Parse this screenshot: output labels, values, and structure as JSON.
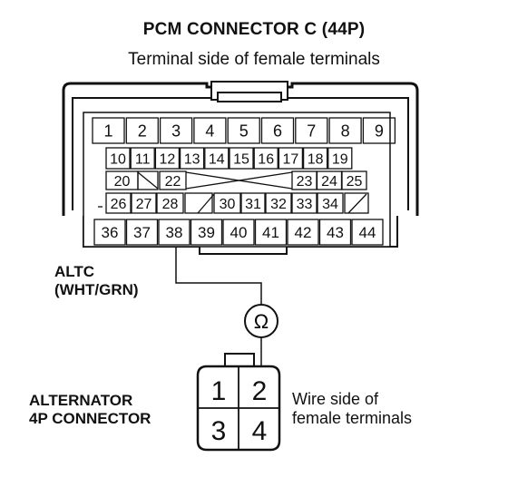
{
  "header": {
    "title": "PCM CONNECTOR C (44P)",
    "subtitle": "Terminal side of female terminals"
  },
  "pcm_connector": {
    "row1": [
      "1",
      "2",
      "3",
      "4",
      "5",
      "6",
      "7",
      "8",
      "9"
    ],
    "row2": [
      "10",
      "11",
      "12",
      "13",
      "14",
      "15",
      "16",
      "17",
      "18",
      "19"
    ],
    "row3_left": [
      "20",
      "22"
    ],
    "row3_right": [
      "23",
      "24",
      "25"
    ],
    "row4": [
      "26",
      "27",
      "28",
      "30",
      "31",
      "32",
      "33",
      "34"
    ],
    "row5": [
      "36",
      "37",
      "38",
      "39",
      "40",
      "41",
      "42",
      "43",
      "44"
    ]
  },
  "altc_label": {
    "line1": "ALTC",
    "line2": "(WHT/GRN)"
  },
  "ohmmeter": {
    "symbol": "Ω"
  },
  "alternator_connector": {
    "label_line1": "ALTERNATOR",
    "label_line2": "4P CONNECTOR",
    "terminals": [
      "1",
      "2",
      "3",
      "4"
    ]
  },
  "wire_side_label": {
    "line1": "Wire side of",
    "line2": "female terminals"
  }
}
